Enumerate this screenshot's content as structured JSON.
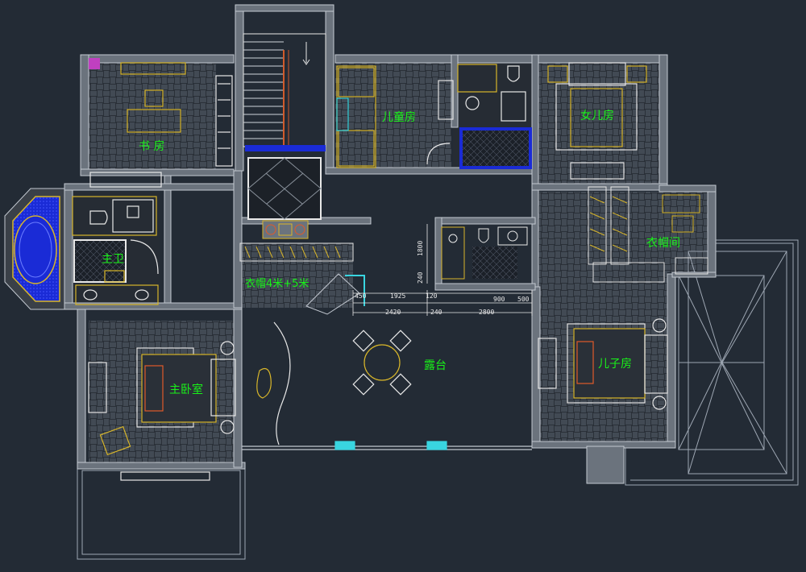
{
  "rooms": {
    "study": "书 房",
    "kids_room": "儿童房",
    "daughter_room": "女儿房",
    "master_bath": "主卫",
    "closet_main": "衣帽4米+5米",
    "cloakroom": "衣帽间",
    "master_bedroom": "主卧室",
    "terrace": "露台",
    "son_room": "儿子房"
  },
  "dimensions": {
    "row1": [
      "450",
      "1925",
      "120"
    ],
    "row2": [
      "2420",
      "240",
      "2800"
    ],
    "right": [
      "900",
      "500"
    ],
    "vertical": [
      "1800",
      "240"
    ]
  },
  "colors": {
    "background": "#232b35",
    "wall": "#b9c0c9",
    "wall_fill": "#6b737d",
    "furniture": "#d8b62a",
    "label": "#19f219",
    "accent_blue": "#1a2bd6",
    "cyan": "#39d5e0",
    "floor": "#3a4048"
  }
}
